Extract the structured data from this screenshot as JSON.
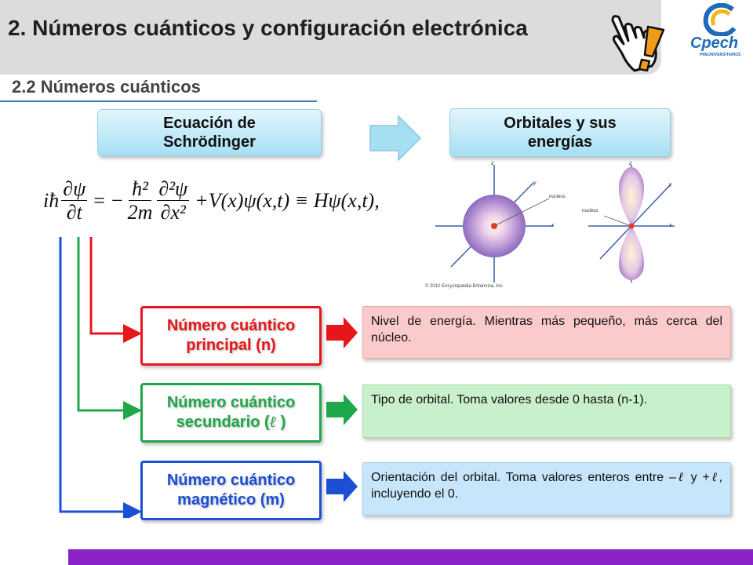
{
  "header": {
    "title": "2. Números cuánticos y configuración electrónica",
    "subtitle": "2.2 Números cuánticos",
    "logo_text": "Cpech",
    "logo_subtext": "PREUNIVERSITARIOS"
  },
  "flow": {
    "left_box": "Ecuación de Schrödinger",
    "right_box": "Orbitales y sus energías"
  },
  "equation": {
    "lhs_prefix": "iħ",
    "frac1_num": "∂ψ",
    "frac1_den": "∂t",
    "eq1": "=",
    "minus": "−",
    "frac2_num": "ħ²",
    "frac2_den": "2m",
    "frac3_num": "∂²ψ",
    "frac3_den": "∂x²",
    "potential": "+V(x)ψ(x,t) ≡ Hψ(x,t),"
  },
  "orbital_figure": {
    "axis_z": "z",
    "axis_y": "y",
    "axis_x": "x",
    "nucleus_label": "nucleus",
    "copyright": "© 2010 Encyclopædia Britannica, Inc."
  },
  "quantum_numbers": [
    {
      "line1": "Número cuántico",
      "line2": "principal (n)",
      "description": "Nivel de energía. Mientras más pequeño, más cerca del núcleo.",
      "color": "#e8161a",
      "desc_bg": "#fbcaca"
    },
    {
      "line1": "Número cuántico",
      "line2_a": "secundario (",
      "line2_sym": "ℓ",
      "line2_b": " )",
      "description": "Tipo de orbital. Toma valores desde 0 hasta (n-1).",
      "color": "#1fa84a",
      "desc_bg": "#c9f0cc"
    },
    {
      "line1": "Número cuántico",
      "line2": "magnético (m)",
      "desc_a": "Orientación del orbital. Toma valores enteros entre –",
      "desc_sym1": "ℓ",
      "desc_b": " y +",
      "desc_sym2": "ℓ",
      "desc_c": ", incluyendo el 0.",
      "color": "#1a4fd6",
      "desc_bg": "#c8e6fb"
    }
  ]
}
